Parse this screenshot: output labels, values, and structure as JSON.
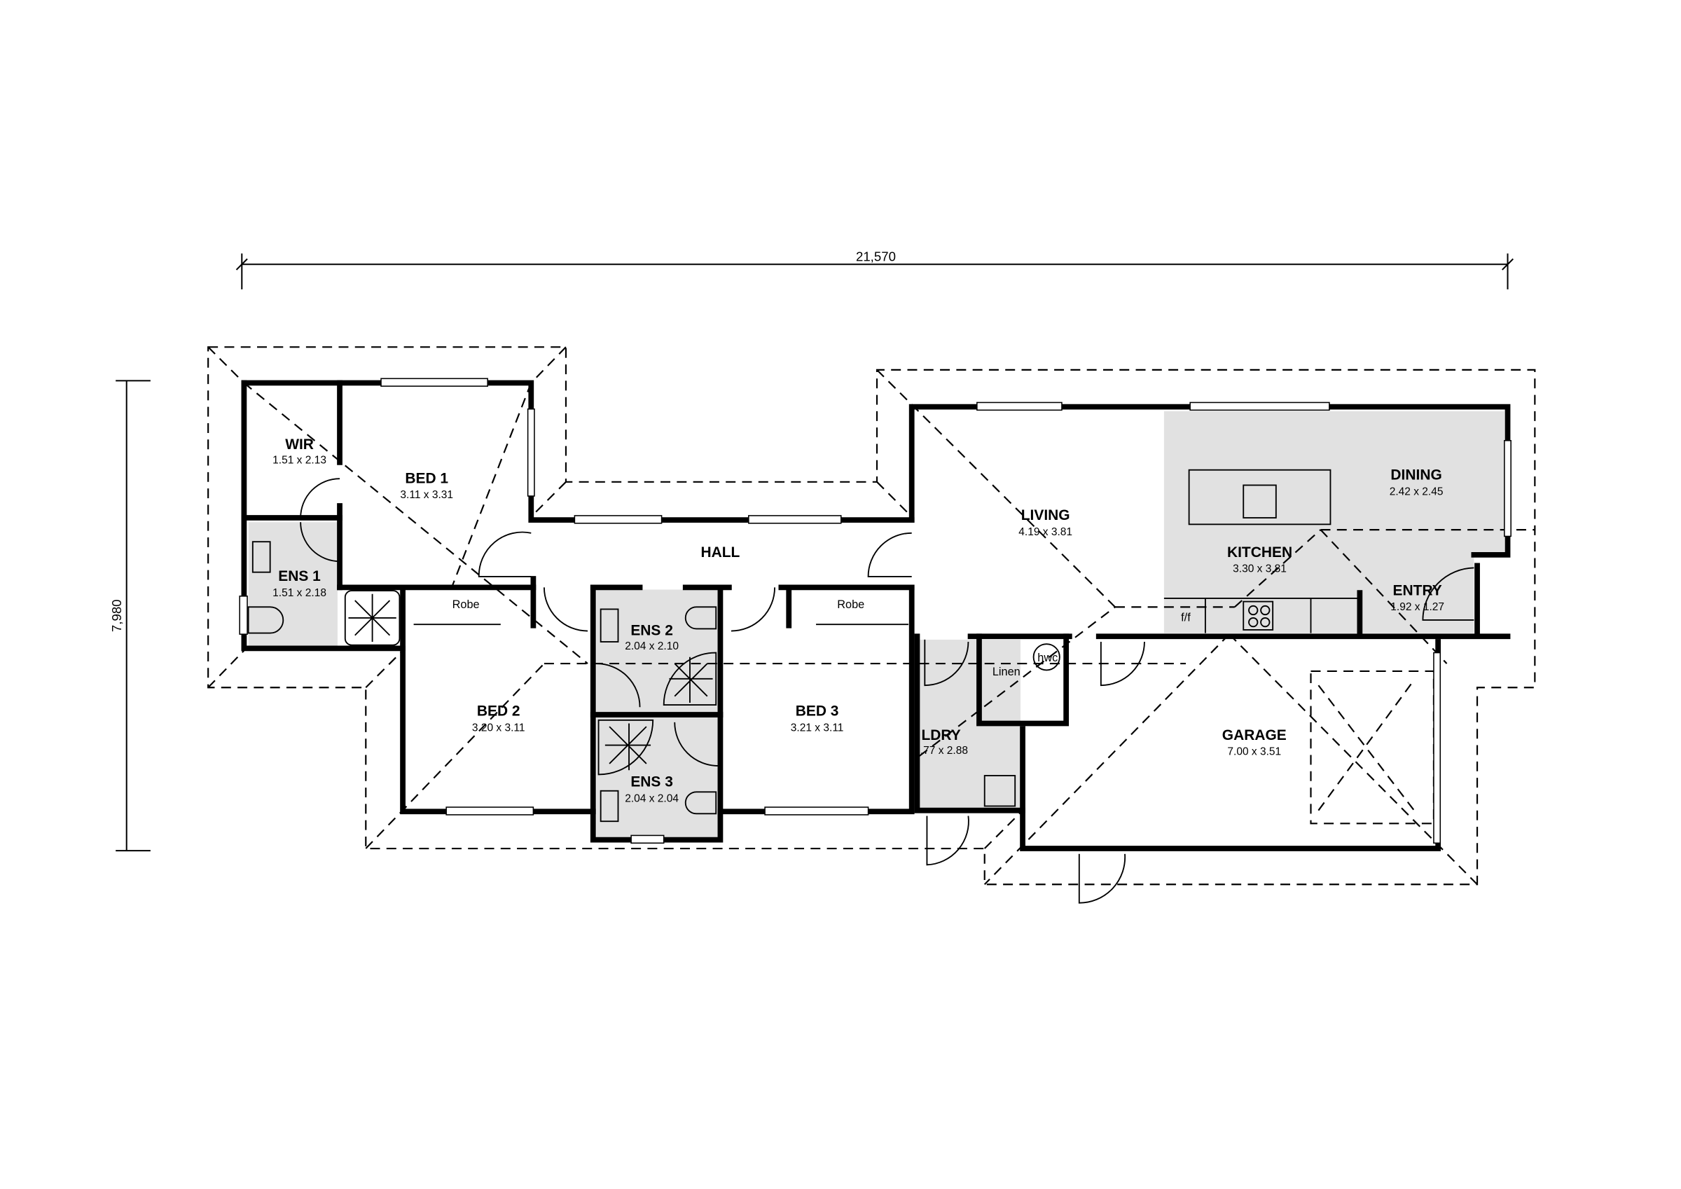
{
  "dimensions": {
    "overall_width": "21,570",
    "overall_depth": "7,980"
  },
  "rooms": {
    "wir": {
      "name": "WIR",
      "size": "1.51 x 2.13"
    },
    "bed1": {
      "name": "BED 1",
      "size": "3.11 x 3.31"
    },
    "ens1": {
      "name": "ENS 1",
      "size": "1.51 x 2.18"
    },
    "hall": {
      "name": "HALL"
    },
    "ens2": {
      "name": "ENS 2",
      "size": "2.04 x 2.10"
    },
    "bed2": {
      "name": "BED 2",
      "size": "3.20 x 3.11"
    },
    "bed3": {
      "name": "BED 3",
      "size": "3.21 x 3.11"
    },
    "ens3": {
      "name": "ENS 3",
      "size": "2.04 x 2.04"
    },
    "ldry": {
      "name": "LDRY",
      "size": "1.77 x 2.88"
    },
    "living": {
      "name": "LIVING",
      "size": "4.19 x 3.81"
    },
    "kitchen": {
      "name": "KITCHEN",
      "size": "3.30 x 3.81"
    },
    "dining": {
      "name": "DINING",
      "size": "2.42 x 2.45"
    },
    "entry": {
      "name": "ENTRY",
      "size": "1.92 x 1.27"
    },
    "garage": {
      "name": "GARAGE",
      "size": "7.00 x 3.51"
    }
  },
  "labels": {
    "robe_1": "Robe",
    "robe_2": "Robe",
    "linen": "Linen",
    "hwc": "hwc",
    "fridge": "f/f"
  }
}
